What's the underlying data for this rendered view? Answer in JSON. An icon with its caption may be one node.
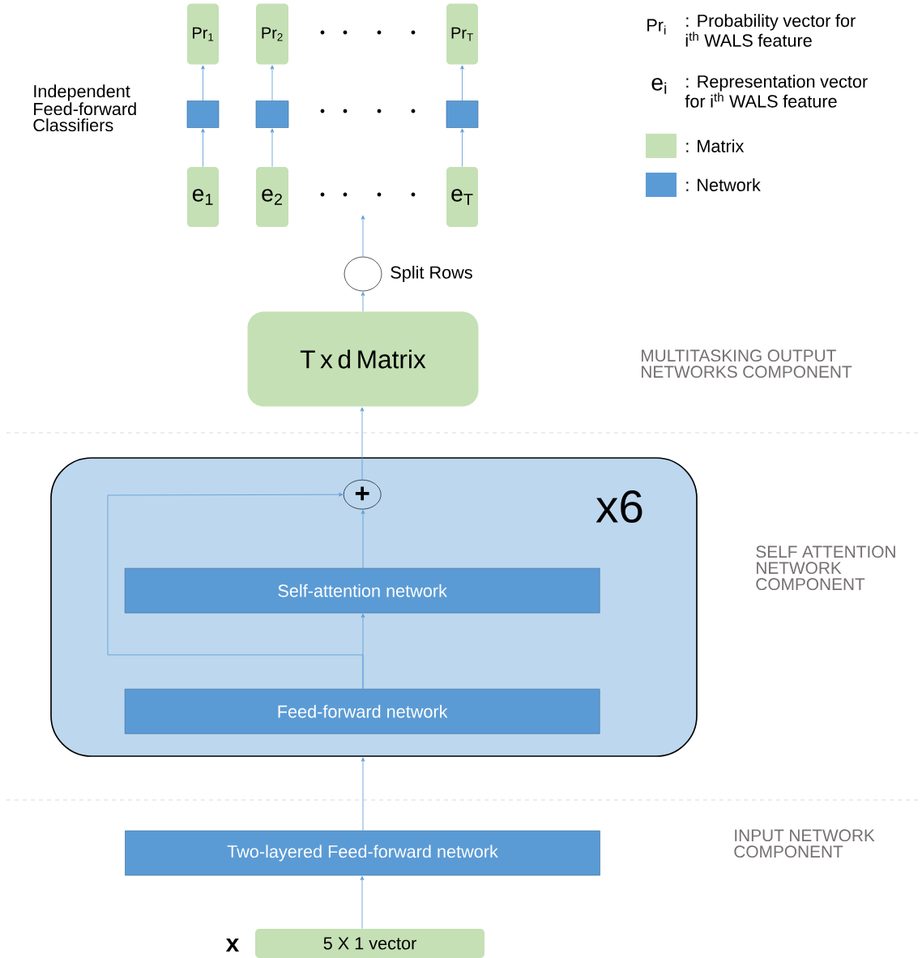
{
  "diagram": {
    "nodes": [
      {
        "text": [
          "Pr$_{1}$"
        ]
      },
      {
        "text": [
          "Pr$_{2}$"
        ]
      },
      {
        "text": [
          "Pr$_{T}$"
        ]
      },
      {
        "text": [],
        "shape": "box"
      },
      {
        "text": [],
        "shape": "box"
      },
      {
        "text": [],
        "shape": "box"
      },
      {
        "text": [
          "e$_{1}$"
        ]
      },
      {
        "text": [
          "e$_{2}$"
        ]
      },
      {
        "text": [
          "e$_{T}$"
        ]
      },
      {
        "text": [],
        "shape": "circle",
        "beside": [
          "Split Rows"
        ]
      },
      {
        "text": [
          "T x d Matrix"
        ]
      },
      {
        "text": [
          "x6"
        ]
      },
      {
        "text": [
          "+"
        ],
        "in": 11
      },
      {
        "text": [
          "Self-attention network"
        ],
        "in": 11
      },
      {
        "text": [
          "Feed-forward network"
        ],
        "in": 11
      },
      {
        "text": [
          "Two-layered Feed-forward network"
        ]
      },
      {
        "text": [
          "5 X 1 vector"
        ],
        "beside": [
          "x"
        ]
      }
    ],
    "edges": [
      {
        "from": 6,
        "to": 3,
        "arrow": "to"
      },
      {
        "from": 3,
        "to": 0,
        "arrow": "to"
      },
      {
        "from": 7,
        "to": 4,
        "arrow": "to"
      },
      {
        "from": 4,
        "to": 1,
        "arrow": "to"
      },
      {
        "from": 8,
        "to": 5,
        "arrow": "to"
      },
      {
        "from": 5,
        "to": 2,
        "arrow": "to"
      },
      {
        "from": 9,
        "to": null,
        "arrow": "to"
      },
      {
        "from": 10,
        "to": 9,
        "arrow": "to"
      },
      {
        "from": 12,
        "to": 10,
        "arrow": "to"
      },
      {
        "from": 13,
        "to": 12,
        "arrow": "to"
      },
      {
        "from": 14,
        "to": 13,
        "arrow": "to"
      },
      {
        "from": 14,
        "to": 12,
        "arrow": "to"
      },
      {
        "from": 15,
        "to": 11,
        "arrow": "to"
      },
      {
        "from": 16,
        "to": 15,
        "arrow": "to"
      }
    ],
    "labels": [
      "Independent Feed-forward Classifiers",
      "Pr$_{i}$",
      ": Probability vector for i$^{th}$ WALS feature",
      "e$_{i}$",
      ": Representation vector for i$^{th}$ WALS feature",
      "MULTITASKING OUTPUT NETWORKS COMPONENT",
      "SELF ATTENTION NETWORK COMPONENT",
      "INPUT NETWORK COMPONENT"
    ],
    "legend": [
      {
        "text": ": Matrix",
        "color": "#c5e0b4"
      },
      {
        "text": ": Network",
        "color": "#5b9bd5"
      }
    ]
  }
}
